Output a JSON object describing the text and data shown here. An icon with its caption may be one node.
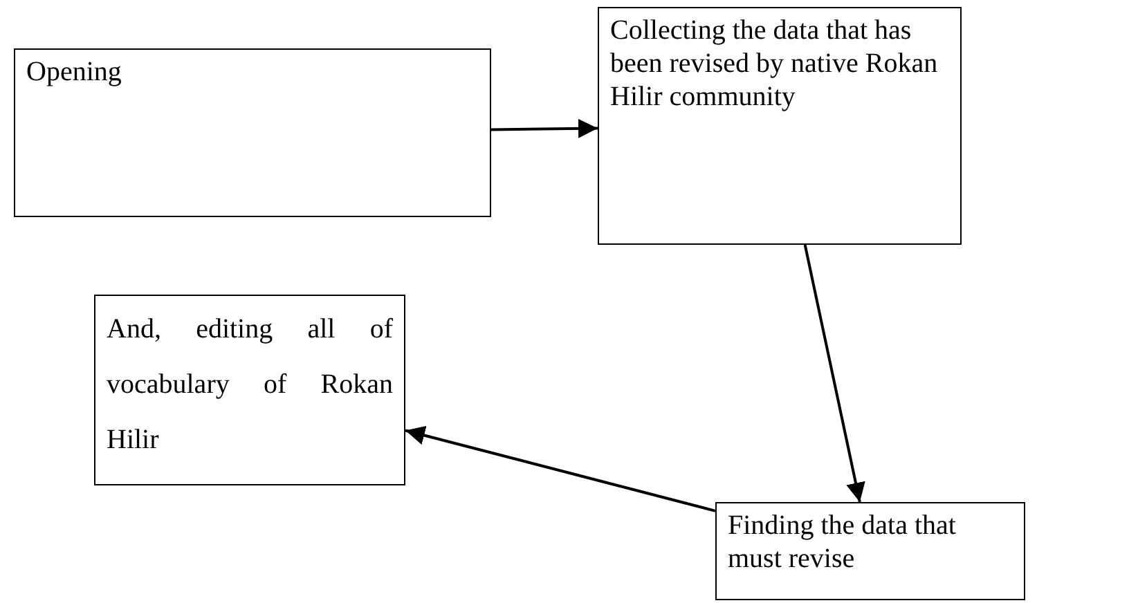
{
  "diagram": {
    "nodes": [
      {
        "text": [
          "Opening"
        ]
      },
      {
        "text": [
          "Collecting the data that has been revised by native Rokan Hilir community"
        ]
      },
      {
        "text": [
          "And, editing all of vocabulary of Rokan Hilir"
        ]
      },
      {
        "text": [
          "Finding the data that must revise"
        ]
      }
    ],
    "edges": [
      {
        "from": 0,
        "to": 1,
        "arrow": "to"
      },
      {
        "from": 1,
        "to": 3,
        "arrow": "to"
      },
      {
        "from": 3,
        "to": 2,
        "arrow": "to"
      }
    ]
  }
}
